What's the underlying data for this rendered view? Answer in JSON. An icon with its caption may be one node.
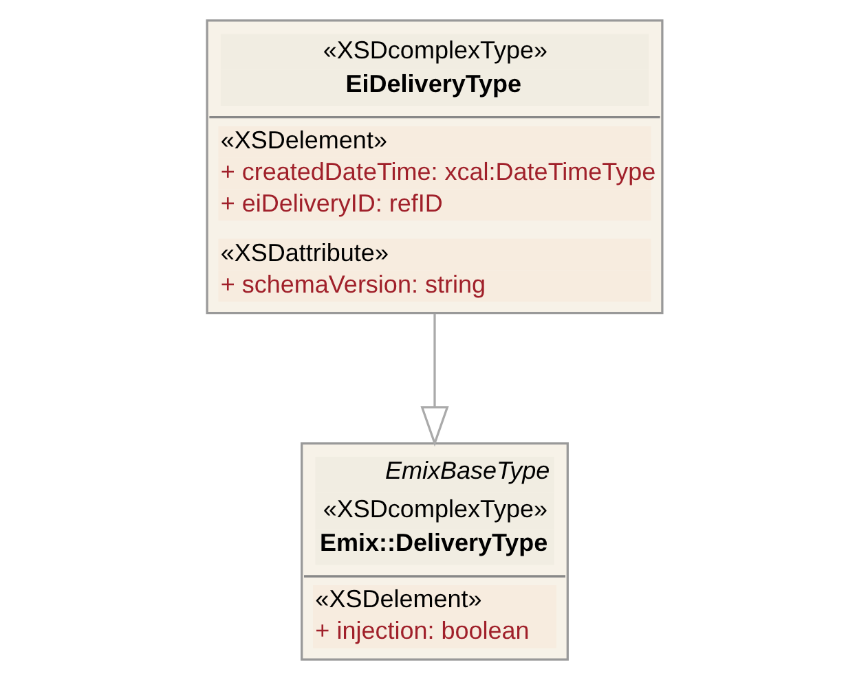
{
  "diagram": {
    "nodes": [
      {
        "text": [
          "«XSDcomplexType»",
          "EiDeliveryType",
          "«XSDelement»",
          "+ createdDateTime: xcal:DateTimeType",
          "+ eiDeliveryID: refID",
          "«XSDattribute»",
          "+ schemaVersion: string"
        ]
      },
      {
        "text": [
          "EmixBaseType",
          "«XSDcomplexType»",
          "Emix::DeliveryType",
          "«XSDelement»",
          "+ injection: boolean"
        ]
      }
    ],
    "edges": [
      {
        "from": 0,
        "to": 1,
        "arrow": "to"
      }
    ]
  }
}
